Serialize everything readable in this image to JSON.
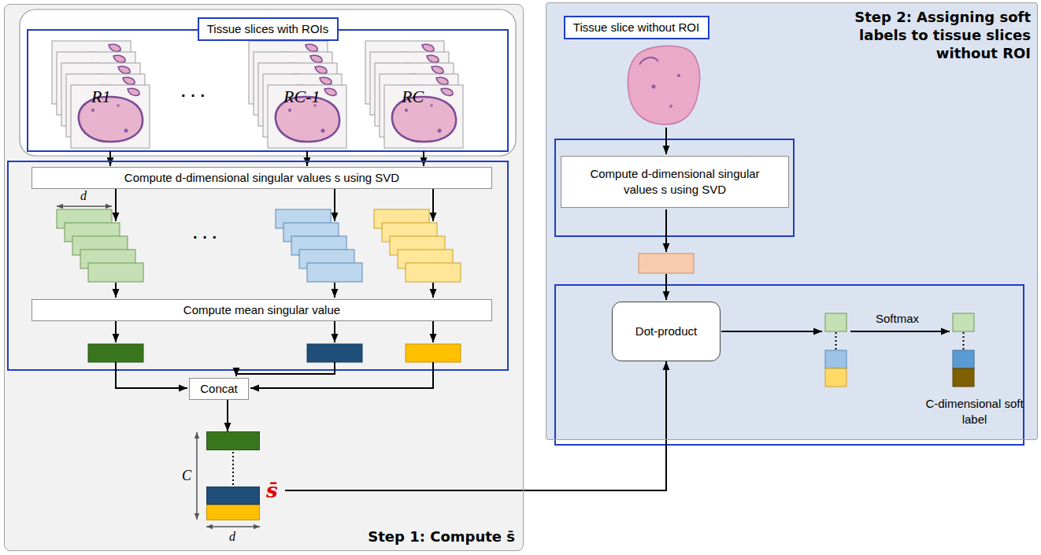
{
  "diagram": {
    "nodes": [
      {
        "text": [
          "Step 1: Compute s̄"
        ]
      },
      {
        "text": [
          "Tissue slices with ROIs"
        ],
        "in": 0
      },
      {
        "text": [
          "Compute d-dimensional singular values s using SVD"
        ],
        "in": 0
      },
      {
        "text": [
          "Compute mean singular value"
        ],
        "in": 0
      },
      {
        "text": [
          "Concat"
        ],
        "in": 0
      },
      {
        "text": [
          "s̄"
        ],
        "in": 0
      },
      {
        "text": [
          "Step 2: Assigning soft labels to tissue slices without ROI"
        ]
      },
      {
        "text": [
          "Tissue slice without ROI"
        ],
        "in": 6
      },
      {
        "text": [
          "Compute d-dimensional singular values s using SVD"
        ],
        "in": 6
      },
      {
        "text": [
          "Dot-product"
        ],
        "in": 6
      }
    ],
    "edges": [
      {
        "from": 4,
        "to": 5,
        "arrow": "to"
      },
      {
        "from": 5,
        "to": 9,
        "arrow": "to"
      }
    ],
    "labels": [
      "R1",
      "· · ·",
      "RC-1",
      "RC",
      "d",
      "· · ·",
      "C",
      "d",
      "Softmax",
      "C-dimensional soft label"
    ]
  }
}
